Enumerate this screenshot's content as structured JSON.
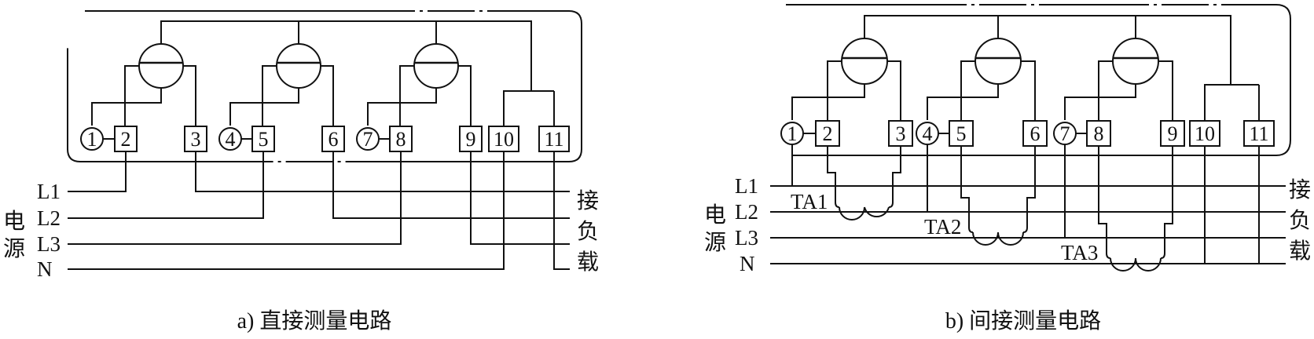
{
  "diagram_a": {
    "caption": "a) 直接测量电路",
    "terminals": [
      "1",
      "2",
      "3",
      "4",
      "5",
      "6",
      "7",
      "8",
      "9",
      "10",
      "11"
    ],
    "lines": [
      "L1",
      "L2",
      "L3",
      "N"
    ],
    "source_label": [
      "电",
      "源"
    ],
    "load_label": [
      "接",
      "负",
      "载"
    ]
  },
  "diagram_b": {
    "caption": "b) 间接测量电路",
    "terminals": [
      "1",
      "2",
      "3",
      "4",
      "5",
      "6",
      "7",
      "8",
      "9",
      "10",
      "11"
    ],
    "lines": [
      "L1",
      "L2",
      "L3",
      "N"
    ],
    "source_label": [
      "电",
      "源"
    ],
    "load_label": [
      "接",
      "负",
      "载"
    ],
    "ct_labels": [
      "TA1",
      "TA2",
      "TA3"
    ]
  }
}
